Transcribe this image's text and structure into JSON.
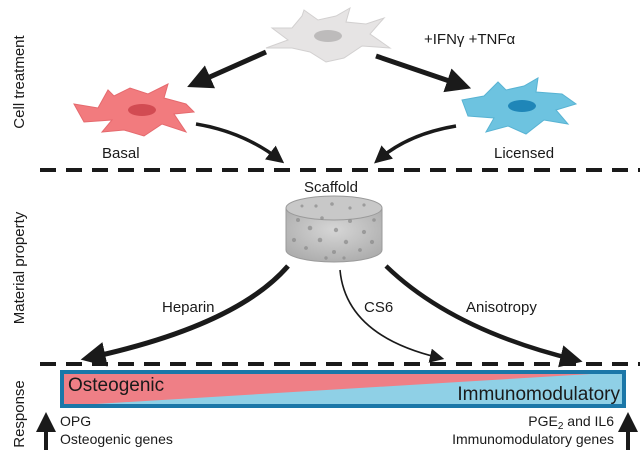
{
  "sections": {
    "cell_treatment": "Cell treatment",
    "material_property": "Material property",
    "response": "Response"
  },
  "cells": {
    "treatment": "+IFNγ +TNFα",
    "basal": "Basal",
    "licensed": "Licensed"
  },
  "scaffold": {
    "label": "Scaffold"
  },
  "properties": {
    "heparin": "Heparin",
    "cs6": "CS6",
    "anisotropy": "Anisotropy"
  },
  "response_bar": {
    "left_label": "Osteogenic",
    "right_label": "Immunomodulatory"
  },
  "outcomes": {
    "left_line1": "OPG",
    "left_line2": "Osteogenic genes",
    "right_line1_prefix": "PGE",
    "right_line1_sub": "2",
    "right_line1_suffix": " and IL6",
    "right_line2": "Immunomodulatory genes"
  },
  "colors": {
    "basal_cell": "#f0787a",
    "licensed_cell": "#6cc4e0",
    "untreated_cell": "#e8e6e6",
    "osteogenic": "#ef7f86",
    "immunomodulatory": "#8fd0e6",
    "bar_border": "#1b77a8"
  }
}
